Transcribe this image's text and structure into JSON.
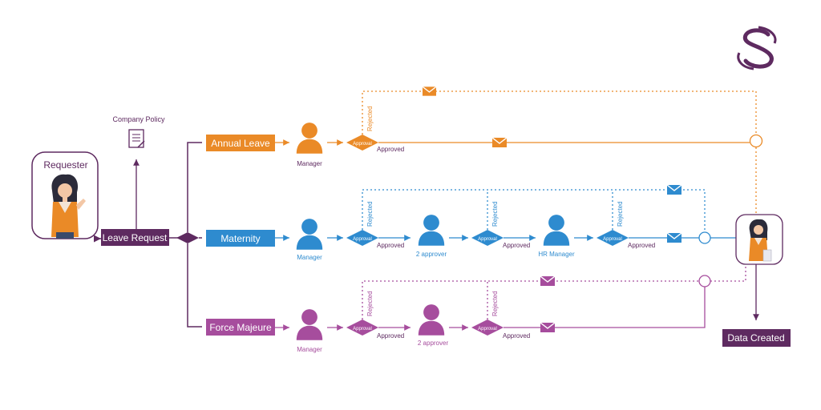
{
  "colors": {
    "purple": "#5e2a60",
    "orange": "#ea8a27",
    "blue": "#2e8bcf",
    "magenta": "#a64d9d",
    "white": "#ffffff"
  },
  "requester": {
    "label": "Requester"
  },
  "company_policy": {
    "label": "Company Policy",
    "icon": "document-icon"
  },
  "leave_request": {
    "label": "Leave Request"
  },
  "data_created": {
    "label": "Data Created"
  },
  "approved_label": "Approved",
  "rejected_label": "Rejected",
  "approval_label": "Approval",
  "branches": {
    "annual": {
      "label": "Annual Leave",
      "approver": "Manager"
    },
    "maternity": {
      "label": "Maternity",
      "approver1": "Manager",
      "approver2": "2 approver",
      "approver3": "HR Manager"
    },
    "force": {
      "label": "Force Majeure",
      "approver1": "Manager",
      "approver2": "2 approver"
    }
  },
  "icons": [
    "logo-icon",
    "mail-icon",
    "person-icon",
    "document-icon"
  ]
}
